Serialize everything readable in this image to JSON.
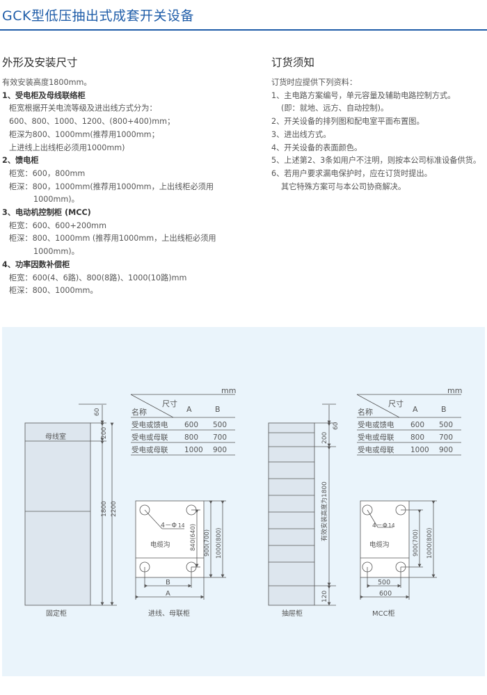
{
  "header": {
    "title": "GCK型低压抽出式成套开关设备"
  },
  "left": {
    "heading": "外形及安装尺寸",
    "intro": "有效安装高度1800mm。",
    "sec1": {
      "title": "1、受电柜及母线联络柜",
      "lines": [
        "柜宽根据开关电流等级及进出线方式分为：",
        "600、800、1000、1200、(800+400)mm；",
        "柜深为800、1000mm(推荐用1000mm；",
        "上进线上出线柜必须用1000mm)"
      ]
    },
    "sec2": {
      "title": "2、馈电柜",
      "lines": [
        "柜宽：600，800mm",
        "柜深：800，1000mm(推荐用1000mm，上出线柜必须用",
        "1000mm)。"
      ]
    },
    "sec3": {
      "title": "3、电动机控制柜 (MCC)",
      "lines": [
        "柜宽：600、600+200mm",
        "柜深：800、1000mm (推荐用1000mm，上出线柜必须用",
        "1000mm)。"
      ]
    },
    "sec4": {
      "title": "4、功率因数补偿柜",
      "lines": [
        "柜宽：600(4、6路)、800(8路)、1000(10路)mm",
        "柜深：800、1000mm。"
      ]
    }
  },
  "right": {
    "heading": "订货须知",
    "intro": "订货时应提供下列资料：",
    "items": [
      "1、主电路方案编号，单元容量及辅助电路控制方式。",
      "(即：就地、远方、自动控制)。",
      "2、开关设备的排列图和配电室平面布置图。",
      "3、进出线方式。",
      "4、开关设备的表面颜色。",
      "5、上述第2、3条如用户不注明，则按本公司标准设备供货。",
      "6、若用户要求漏电保护时，应在订货时提出。",
      "其它特殊方案可与本公司协商解决。"
    ]
  },
  "diagram": {
    "fixed": {
      "busbar_label": "母线室",
      "dims": {
        "top": "60",
        "busbar": "200",
        "height": "1800",
        "total": "2200"
      },
      "caption": "固定柜"
    },
    "incoming": {
      "unit": "mm",
      "table": {
        "col_label": "尺寸",
        "row_label": "名称",
        "col_a": "A",
        "col_b": "B",
        "rows": [
          {
            "name": "受电或馈电",
            "a": "600",
            "b": "500"
          },
          {
            "name": "受电或母联",
            "a": "800",
            "b": "700"
          },
          {
            "name": "受电或母联",
            "a": "1000",
            "b": "900"
          }
        ]
      },
      "hole_label": "4－Φ",
      "hole_size": "14",
      "cable_trench": "电缆沟",
      "dim_inner": "840(640)",
      "dim_mid": "900(700)",
      "dim_outer": "1000(800)",
      "dim_b": "B",
      "dim_a": "A",
      "caption": "进线、母联柜"
    },
    "drawer": {
      "dims": {
        "top": "60",
        "section": "200",
        "effective": "有效安装高度为1800",
        "bottom": "120"
      },
      "caption": "抽屉柜"
    },
    "mcc": {
      "unit": "mm",
      "table": {
        "col_label": "尺寸",
        "row_label": "名称",
        "col_a": "A",
        "col_b": "B",
        "rows": [
          {
            "name": "受电或馈电",
            "a": "600",
            "b": "500"
          },
          {
            "name": "受电或母联",
            "a": "800",
            "b": "700"
          },
          {
            "name": "受电或母联",
            "a": "1000",
            "b": "900"
          }
        ]
      },
      "hole_label": "4－Φ",
      "hole_size": "14",
      "cable_trench": "电缆沟",
      "dim_mid": "900(700)",
      "dim_outer": "1000(800)",
      "dim_inner_w": "500",
      "dim_outer_w": "600",
      "caption": "MCC柜"
    }
  }
}
